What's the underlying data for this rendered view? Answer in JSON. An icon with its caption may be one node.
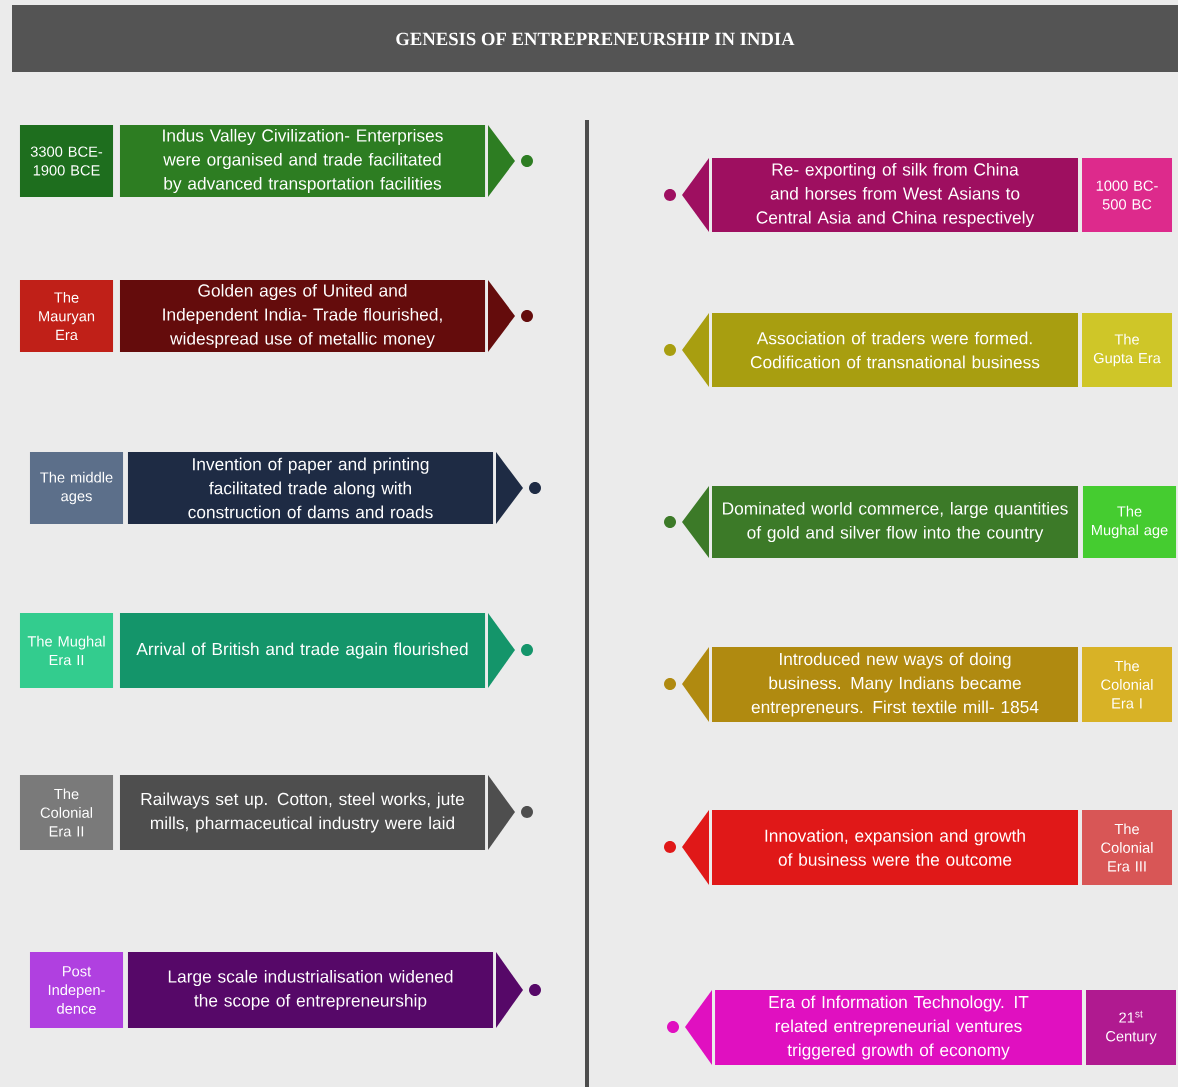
{
  "diagram": {
    "title": "GENESIS OF ENTREPRENEURSHIP IN INDIA",
    "nodes": [
      {
        "text": [
          "3300 BCE- 1900 BCE"
        ]
      },
      {
        "text": [
          "Indus Valley Civilization- Enterprises were organised and trade facilitated by advanced transportation facilities"
        ]
      },
      {
        "text": [
          "Re- exporting of silk from China and horses from West Asians to Central Asia and China respectively"
        ]
      },
      {
        "text": [
          "1000 BC- 500 BC"
        ]
      },
      {
        "text": [
          "The Mauryan Era"
        ]
      },
      {
        "text": [
          "Golden ages of United and Independent India- Trade flourished, widespread use of metallic money"
        ]
      },
      {
        "text": [
          "Association of traders were formed. Codification of transnational business"
        ]
      },
      {
        "text": [
          "The Gupta Era"
        ]
      },
      {
        "text": [
          "The middle ages"
        ]
      },
      {
        "text": [
          "Invention of paper and printing facilitated trade along with construction of dams and roads"
        ]
      },
      {
        "text": [
          "Dominated world commerce, large quantities of gold and silver flow into the country"
        ]
      },
      {
        "text": [
          "The Mughal age"
        ]
      },
      {
        "text": [
          "The Mughal Era II"
        ]
      },
      {
        "text": [
          "Arrival of British and trade again flourished"
        ]
      },
      {
        "text": [
          "Introduced new ways of doing business. Many Indians became entrepreneurs. First textile mill- 1854"
        ]
      },
      {
        "text": [
          "The Colonial Era I"
        ]
      },
      {
        "text": [
          "The Colonial Era II"
        ]
      },
      {
        "text": [
          "Railways set up. Cotton, steel works, jute mills, pharmaceutical industry were laid"
        ]
      },
      {
        "text": [
          "Innovation, expansion and growth of business were the outcome"
        ]
      },
      {
        "text": [
          "The Colonial Era III"
        ]
      },
      {
        "text": [
          "Post Indepen-dence"
        ]
      },
      {
        "text": [
          "Large scale industrialisation widened the scope of entrepreneurship"
        ]
      },
      {
        "text": [
          "Era of Information Technology. IT related entrepreneurial ventures triggered growth of economy"
        ]
      },
      {
        "text": [
          "21$^{st}$ Century"
        ]
      }
    ]
  }
}
